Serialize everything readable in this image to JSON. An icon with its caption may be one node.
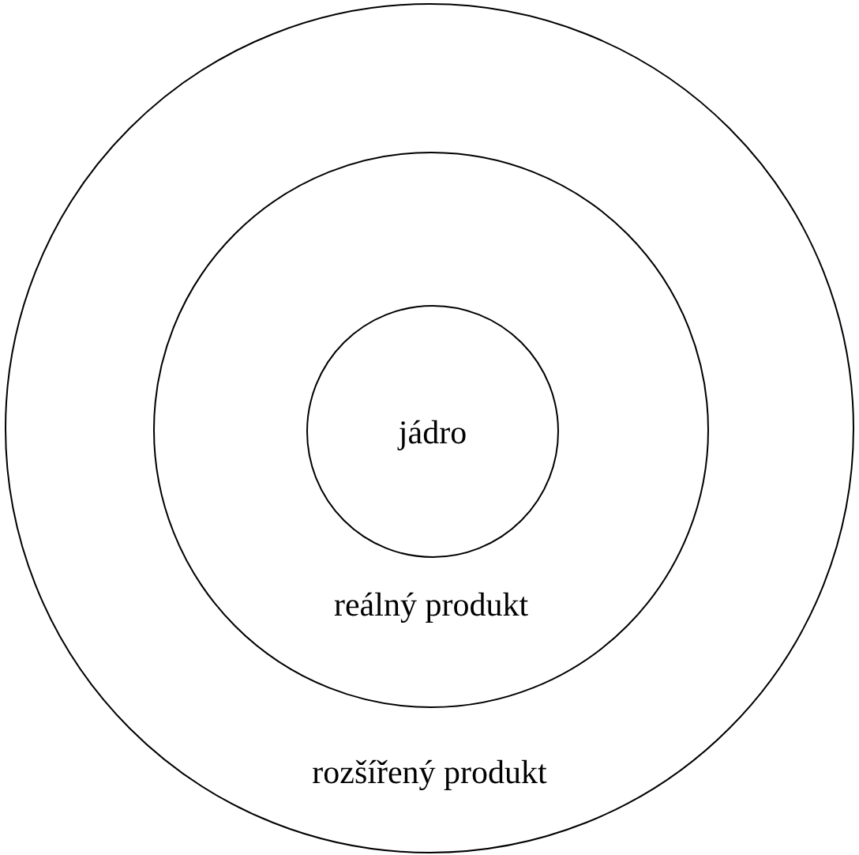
{
  "diagram": {
    "nodes": [
      {
        "text": [
          "rozšířený produkt"
        ]
      },
      {
        "text": [
          "reálný produkt"
        ],
        "in": 0
      },
      {
        "text": [
          "jádro"
        ],
        "in": 1
      }
    ]
  }
}
